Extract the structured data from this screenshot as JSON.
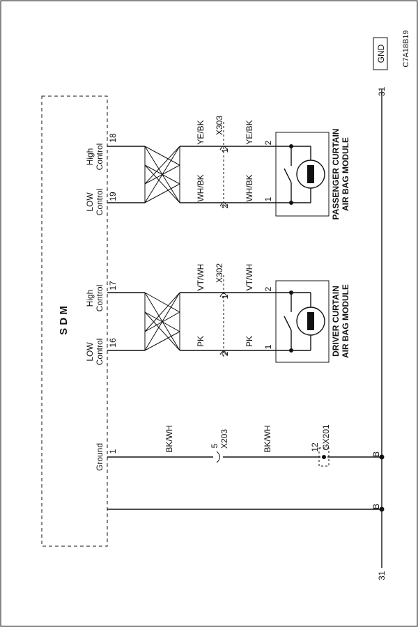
{
  "figure_id": "C7A18B19",
  "sdm": {
    "title": "S D M"
  },
  "gnd_box": {
    "label": "GND"
  },
  "bus": {
    "top_number": "31",
    "bottom_number": "31",
    "node_label": "B"
  },
  "sdm_pins": {
    "high_18": {
      "name": "High Control",
      "line1": "High",
      "line2": "Control",
      "pin": "18"
    },
    "low_19": {
      "name": "LOW Control",
      "line1": "LOW",
      "line2": "Control",
      "pin": "19"
    },
    "high_17": {
      "name": "High Control",
      "line1": "High",
      "line2": "Control",
      "pin": "17"
    },
    "low_16": {
      "name": "LOW Control",
      "line1": "LOW",
      "line2": "Control",
      "pin": "16"
    },
    "ground_1": {
      "name": "Ground",
      "pin": "1"
    }
  },
  "wires": {
    "ye_bk": "YE/BK",
    "wh_bk": "WH/BK",
    "vt_wh": "VT/WH",
    "pk": "PK",
    "bk_wh": "BK/WH"
  },
  "connectors": {
    "x303": {
      "name": "X303",
      "pin_a": "1",
      "pin_b": "2"
    },
    "x302": {
      "name": "X302",
      "pin_a": "1",
      "pin_b": "2"
    },
    "x203": {
      "name": "X203",
      "pin": "5"
    },
    "gx201": {
      "name": "GX201",
      "pin": "12"
    }
  },
  "modules": {
    "passenger": {
      "line1": "PASSENGER CURTAIN",
      "line2": "AIR BAG MODULE",
      "pin_top": "2",
      "pin_bottom": "1"
    },
    "driver": {
      "line1": "DRIVER CURTAIN",
      "line2": "AIR BAG MODULE",
      "pin_top": "2",
      "pin_bottom": "1"
    }
  }
}
